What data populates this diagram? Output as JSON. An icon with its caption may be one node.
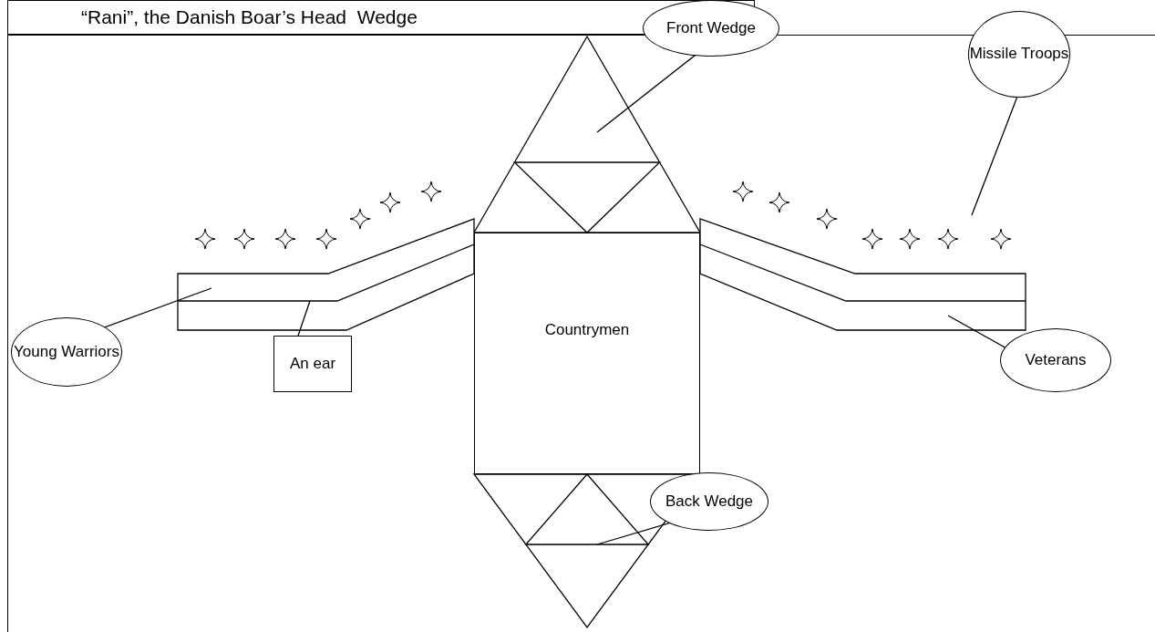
{
  "diagram": {
    "title": "“Rani”, the Danish Boar’s Head  Wedge",
    "nodes": [
      {
        "text": [
          "Front Wedge"
        ]
      },
      {
        "text": [
          "Missile Troops"
        ]
      },
      {
        "text": [],
        "shape": "triangle"
      },
      {
        "text": [],
        "shape": "bar"
      },
      {
        "text": [
          "Countrymen"
        ]
      },
      {
        "text": [],
        "shape": "bar"
      },
      {
        "text": [
          "Young Warriors"
        ]
      },
      {
        "text": [
          "Veterans"
        ]
      },
      {
        "text": [
          "An ear"
        ]
      },
      {
        "text": [],
        "shape": "triangle"
      },
      {
        "text": [
          "Back Wedge"
        ]
      }
    ],
    "edges": [
      {
        "from": 0,
        "to": 2,
        "arrow": "none"
      },
      {
        "from": 1,
        "to": null,
        "arrow": "none"
      },
      {
        "from": 6,
        "to": 3,
        "arrow": "none"
      },
      {
        "from": 7,
        "to": 5,
        "arrow": "none"
      },
      {
        "from": 8,
        "to": 3,
        "arrow": "none"
      },
      {
        "from": 10,
        "to": 9,
        "arrow": "none"
      }
    ]
  }
}
